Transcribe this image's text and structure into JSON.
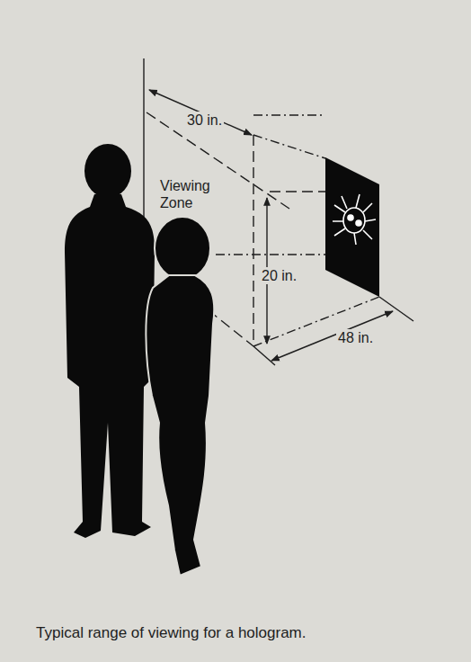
{
  "diagram": {
    "caption": "Typical range of viewing for a hologram.",
    "labels": [
      "30 in.",
      "Viewing Zone",
      "20 in.",
      "48 in."
    ]
  }
}
